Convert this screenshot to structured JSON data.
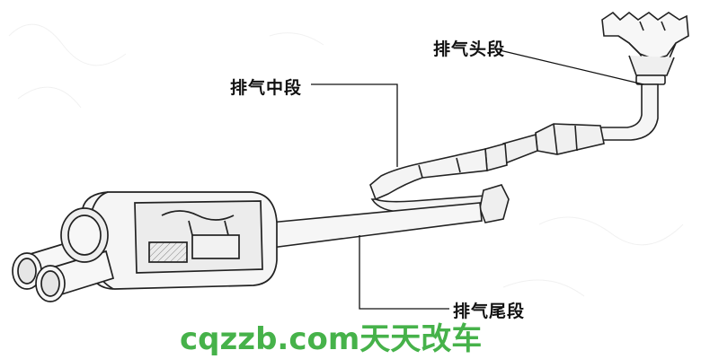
{
  "labels": {
    "head": "排气头段",
    "middle": "排气中段",
    "tail": "排气尾段"
  },
  "watermark": {
    "text": "cqzzb.com天天改车",
    "color": "#46b24a"
  },
  "colors": {
    "line": "#222222",
    "pipe_fill": "#f4f4f4",
    "leader": "#111111"
  }
}
